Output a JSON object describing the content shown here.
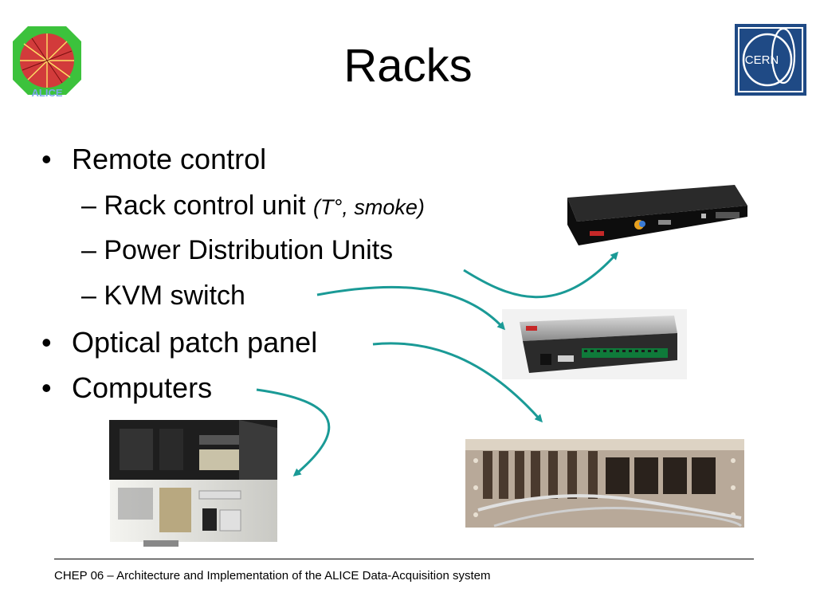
{
  "slide": {
    "title": "Racks",
    "bullets": [
      {
        "text": "Remote control",
        "sub": [
          {
            "text": "Rack control unit ",
            "italic": "(T°, smoke)"
          },
          {
            "text": "Power Distribution Units"
          },
          {
            "text": "KVM switch"
          }
        ]
      },
      {
        "text": "Optical patch panel"
      },
      {
        "text": "Computers"
      }
    ],
    "bullet_marker": "•",
    "dash_marker": "–",
    "footer": "CHEP 06 – Architecture and Implementation of the ALICE Data-Acquisition system"
  },
  "logos": {
    "left": "ALICE",
    "right": "CERN"
  },
  "colors": {
    "arrow": "#1a9a96",
    "cern_blue": "#1f4a85",
    "alice_green": "#3cc23c",
    "alice_red": "#d23b3b"
  }
}
